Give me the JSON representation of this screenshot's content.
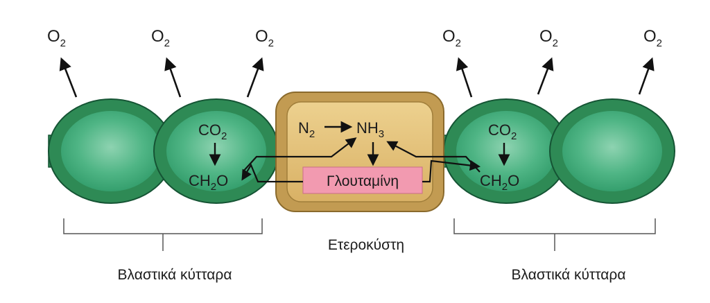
{
  "oxygen": {
    "main": "O",
    "sub": "2"
  },
  "carbon_dioxide": {
    "main": "CO",
    "sub": "2"
  },
  "carbohydrate": {
    "pre": "CH",
    "sub": "2",
    "post": "O"
  },
  "nitrogen": {
    "main": "N",
    "sub": "2"
  },
  "ammonia": {
    "main": "NH",
    "sub": "3"
  },
  "glutamine": "Γλουταμίνη",
  "heterocyst_label": "Ετεροκύστη",
  "vegetative_cells_label": "Βλαστικά κύτταρα",
  "colors": {
    "cell_wall": "#2e8a55",
    "cell_wall_edge": "#155434",
    "cell_inner": "#42ad7c",
    "cell_inner_light": "#8ed3b1",
    "connector_light": "#a7d7bd",
    "heterocyst_outer": "#c29b52",
    "heterocyst_inner": "#e4c37a",
    "heterocyst_edge": "#8a6a2c",
    "glutamine_box": "#f29ab0",
    "arrow": "#111111"
  }
}
